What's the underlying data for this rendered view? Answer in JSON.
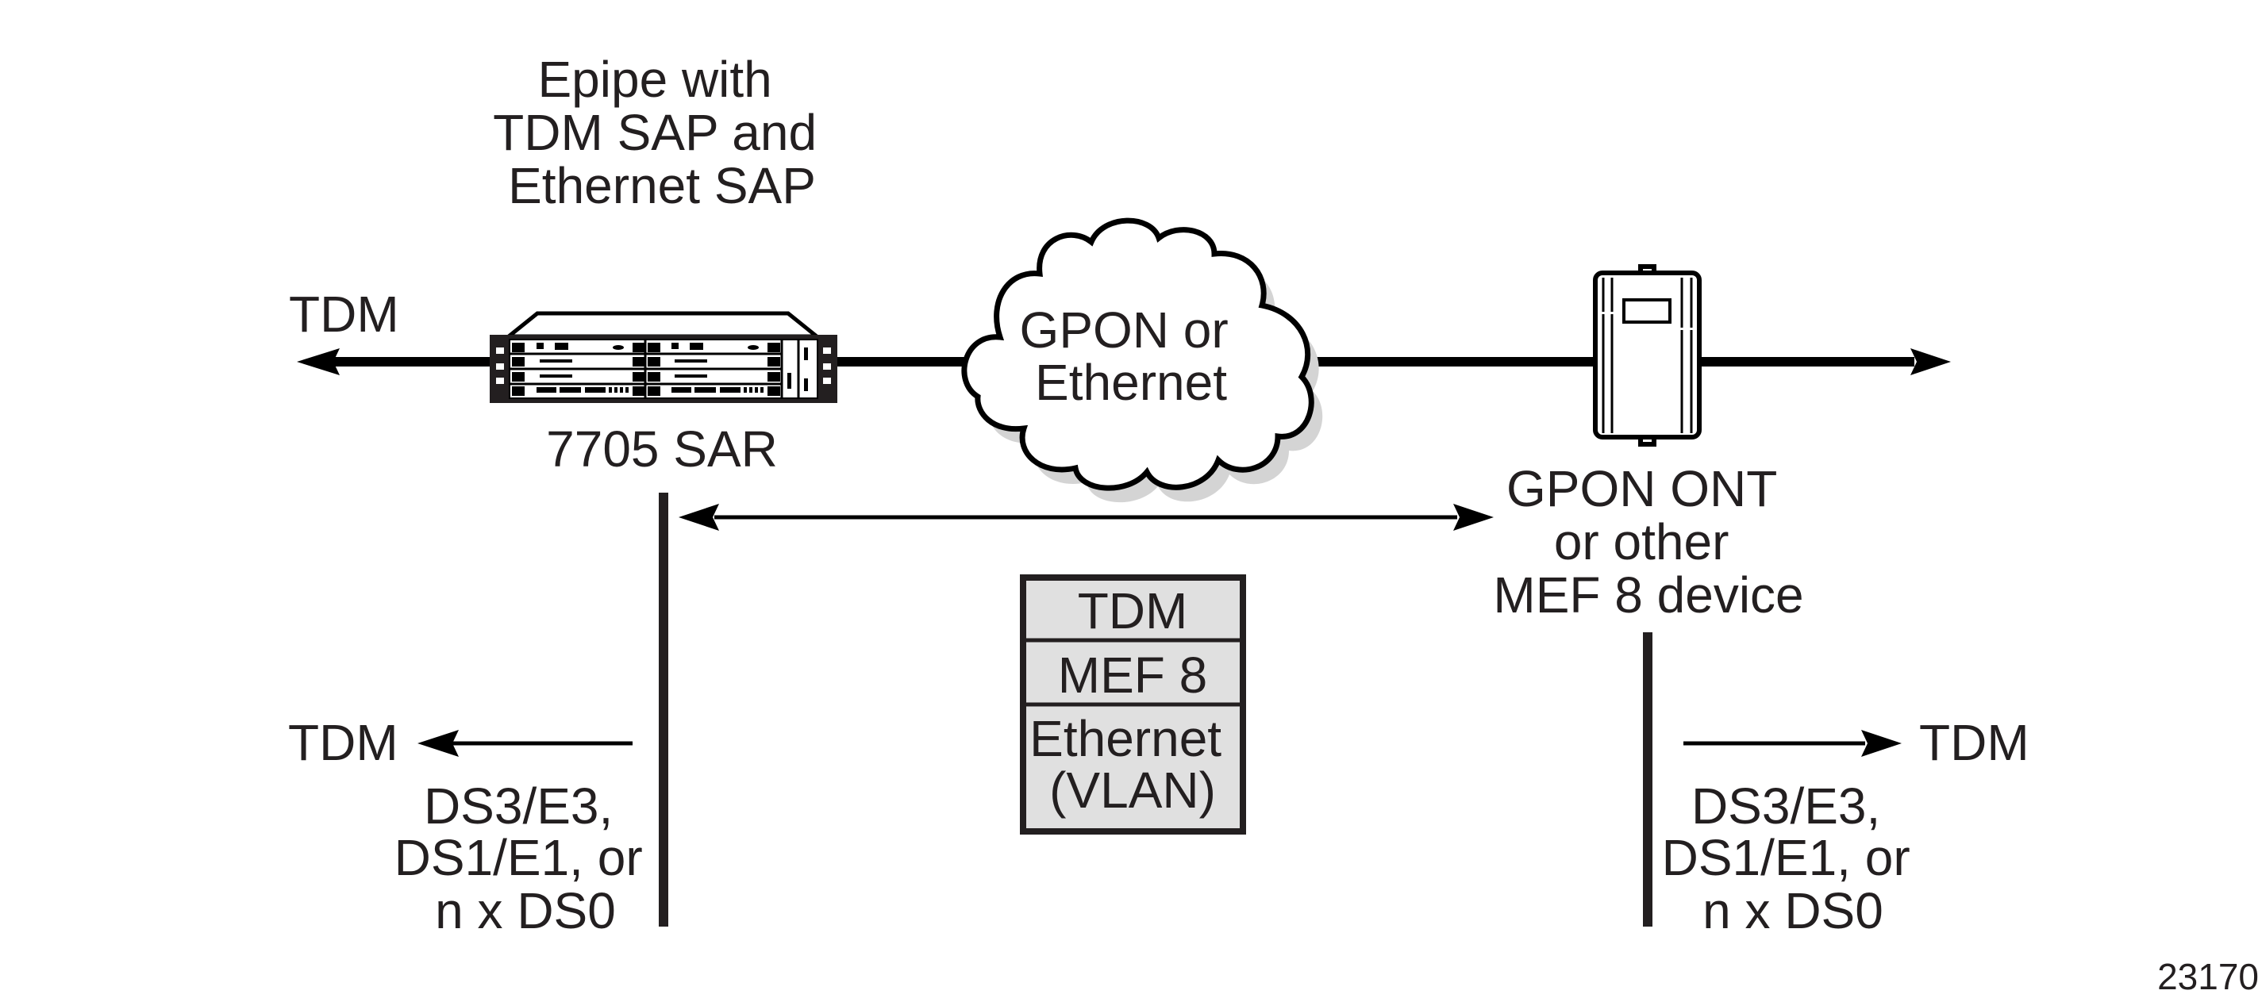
{
  "colors": {
    "line": "#000000",
    "text": "#231f20",
    "stack_fill": "#e0e0e0",
    "cloud_shadow": "#d4d4d4",
    "background": "#ffffff"
  },
  "sar": {
    "caption_lines": [
      "Epipe with",
      "TDM SAP and",
      "Ethernet SAP"
    ],
    "label": "7705 SAR",
    "icon": "router-chassis-icon"
  },
  "network_cloud": {
    "label_lines": [
      "GPON or",
      "Ethernet"
    ],
    "icon": "cloud-icon"
  },
  "ont": {
    "label_lines": [
      "GPON ONT",
      "or other",
      "MEF 8 device"
    ],
    "icon": "ont-device-icon"
  },
  "top_left_tdm": {
    "label": "TDM"
  },
  "bottom_left": {
    "tdm_label": "TDM",
    "interface_lines": [
      "DS3/E3,",
      "DS1/E1, or",
      "n x DS0"
    ]
  },
  "bottom_right": {
    "tdm_label": "TDM",
    "interface_lines": [
      "DS3/E3,",
      "DS1/E1, or",
      "n x DS0"
    ]
  },
  "protocol_stack": {
    "layers": [
      {
        "lines": [
          "TDM"
        ]
      },
      {
        "lines": [
          "MEF 8"
        ]
      },
      {
        "lines": [
          "Ethernet",
          "(VLAN)"
        ]
      }
    ]
  },
  "figure_number": "23170"
}
